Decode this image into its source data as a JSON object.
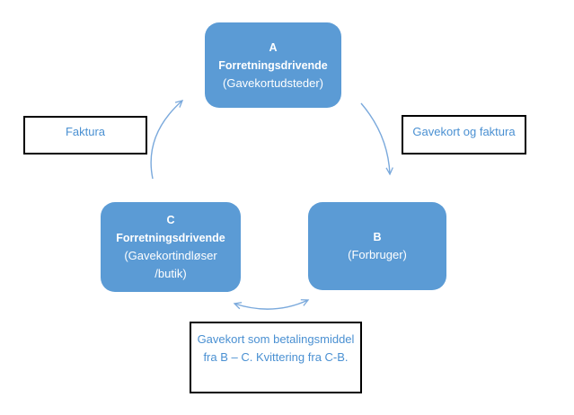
{
  "diagram": {
    "colors": {
      "node_fill": "#5b9bd5",
      "node_text": "#ffffff",
      "label_text": "#4a90d2",
      "label_border": "#000000",
      "arrow": "#7aa9dc",
      "background": "#ffffff"
    },
    "nodes": {
      "a": {
        "lines": [
          "A",
          "Forretningsdrivende",
          "(Gavekortudsteder)"
        ]
      },
      "b": {
        "lines": [
          "B",
          "(Forbruger)"
        ]
      },
      "c": {
        "lines": [
          "C",
          "Forretningsdrivende",
          "(Gavekortindløser",
          "/butik)"
        ]
      }
    },
    "labels": {
      "faktura": "Faktura",
      "gavekort_og_faktura": "Gavekort og faktura",
      "betalingsmiddel_lines": [
        "Gavekort som betalingsmiddel",
        "fra B – C. Kvittering fra C-B."
      ]
    },
    "arrows": [
      {
        "name": "c-to-a",
        "heads": "end"
      },
      {
        "name": "a-to-b",
        "heads": "end"
      },
      {
        "name": "c-b-bidirectional",
        "heads": "both"
      }
    ]
  }
}
